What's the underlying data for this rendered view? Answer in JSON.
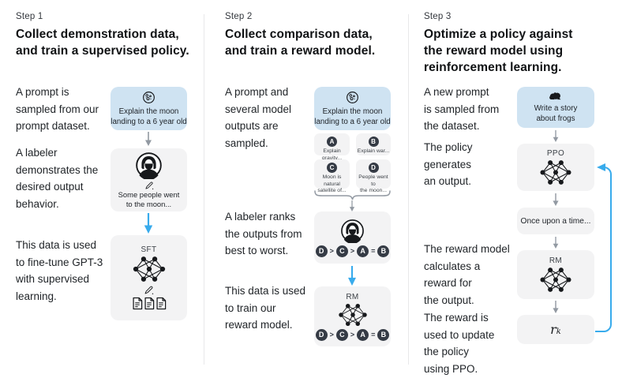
{
  "colors": {
    "prompt_box_bg": "#cfe3f2",
    "model_box_bg": "#f3f3f4",
    "rank_circle_bg": "#353b45",
    "blue_arrow": "#38abec",
    "gray_arrow": "#9299a2",
    "divider": "#e8e8ea",
    "heading_text": "#101214",
    "body_text": "#212529"
  },
  "step1": {
    "label": "Step 1",
    "heading": "Collect demonstration data,\nand train a supervised policy.",
    "caption_prompt": "A prompt is\nsampled from our\nprompt dataset.",
    "caption_labeler": "A labeler\ndemonstrates the\ndesired output\nbehavior.",
    "caption_train": "This data is used\nto fine-tune GPT-3\nwith supervised\nlearning.",
    "prompt_box": {
      "icon": "moon-icon",
      "text": "Explain the moon\nlanding to a 6 year old"
    },
    "labeler_box": {
      "icon": "labeler-icon",
      "pencil_icon": "pencil-icon",
      "text": "Some people went\nto the moon..."
    },
    "sft_box": {
      "label": "SFT",
      "icons": [
        "network-icon",
        "pencil-icon",
        "documents-icon"
      ]
    }
  },
  "step2": {
    "label": "Step 2",
    "heading": "Collect comparison data,\nand train a reward model.",
    "caption_prompt": "A prompt and\nseveral model\noutputs are\nsampled.",
    "caption_rank": "A labeler ranks\nthe outputs from\nbest to worst.",
    "caption_train": "This data is used\nto train our\nreward model.",
    "prompt_box": {
      "icon": "moon-icon",
      "text": "Explain the moon\nlanding to a 6 year old"
    },
    "outputs": [
      {
        "id": "A",
        "text": "Explain gravity..."
      },
      {
        "id": "B",
        "text": "Explain war..."
      },
      {
        "id": "C",
        "text": "Moon is natural\nsatellite of..."
      },
      {
        "id": "D",
        "text": "People went to\nthe moon..."
      }
    ],
    "labeler_box": {
      "icon": "labeler-icon"
    },
    "ranking_tokens": [
      "D",
      ">",
      "C",
      ">",
      "A",
      "=",
      "B"
    ],
    "rm_box": {
      "label": "RM",
      "icon": "network-icon"
    }
  },
  "step3": {
    "label": "Step 3",
    "heading": "Optimize a policy against\nthe reward model using\nreinforcement learning.",
    "caption_prompt": "A new prompt\nis sampled from\nthe dataset.",
    "caption_policy": "The policy\ngenerates\nan output.",
    "caption_reward": "The reward model\ncalculates a\nreward for\nthe output.",
    "caption_update": "The reward is\nused to update\nthe policy\nusing PPO.",
    "prompt_box": {
      "icon": "frog-icon",
      "text": "Write a story\nabout frogs"
    },
    "ppo_box": {
      "label": "PPO",
      "icon": "network-icon"
    },
    "output_box": {
      "text": "Once upon a time..."
    },
    "rm_box": {
      "label": "RM",
      "icon": "network-icon"
    },
    "reward_box": {
      "label_main": "r",
      "label_sub": "k"
    }
  }
}
